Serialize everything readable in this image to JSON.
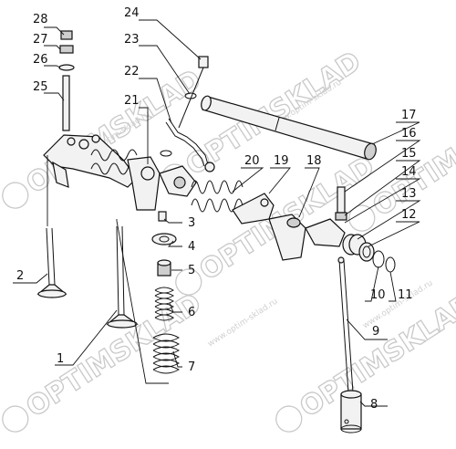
{
  "watermark": {
    "brand": "OPTIMSKLAD",
    "site": "www.optim-sklad.ru"
  },
  "callouts": [
    {
      "id": "1",
      "text": "1"
    },
    {
      "id": "2",
      "text": "2"
    },
    {
      "id": "3",
      "text": "3"
    },
    {
      "id": "4",
      "text": "4"
    },
    {
      "id": "5",
      "text": "5"
    },
    {
      "id": "6",
      "text": "6"
    },
    {
      "id": "7",
      "text": "7"
    },
    {
      "id": "8",
      "text": "8"
    },
    {
      "id": "9",
      "text": "9"
    },
    {
      "id": "10",
      "text": "10"
    },
    {
      "id": "11",
      "text": "11"
    },
    {
      "id": "12",
      "text": "12"
    },
    {
      "id": "13",
      "text": "13"
    },
    {
      "id": "14",
      "text": "14"
    },
    {
      "id": "15",
      "text": "15"
    },
    {
      "id": "16",
      "text": "16"
    },
    {
      "id": "17",
      "text": "17"
    },
    {
      "id": "18",
      "text": "18"
    },
    {
      "id": "19",
      "text": "19"
    },
    {
      "id": "20",
      "text": "20"
    },
    {
      "id": "21",
      "text": "21"
    },
    {
      "id": "22",
      "text": "22"
    },
    {
      "id": "23",
      "text": "23"
    },
    {
      "id": "24",
      "text": "24"
    },
    {
      "id": "25",
      "text": "25"
    },
    {
      "id": "26",
      "text": "26"
    },
    {
      "id": "27",
      "text": "27"
    },
    {
      "id": "28",
      "text": "28"
    }
  ]
}
